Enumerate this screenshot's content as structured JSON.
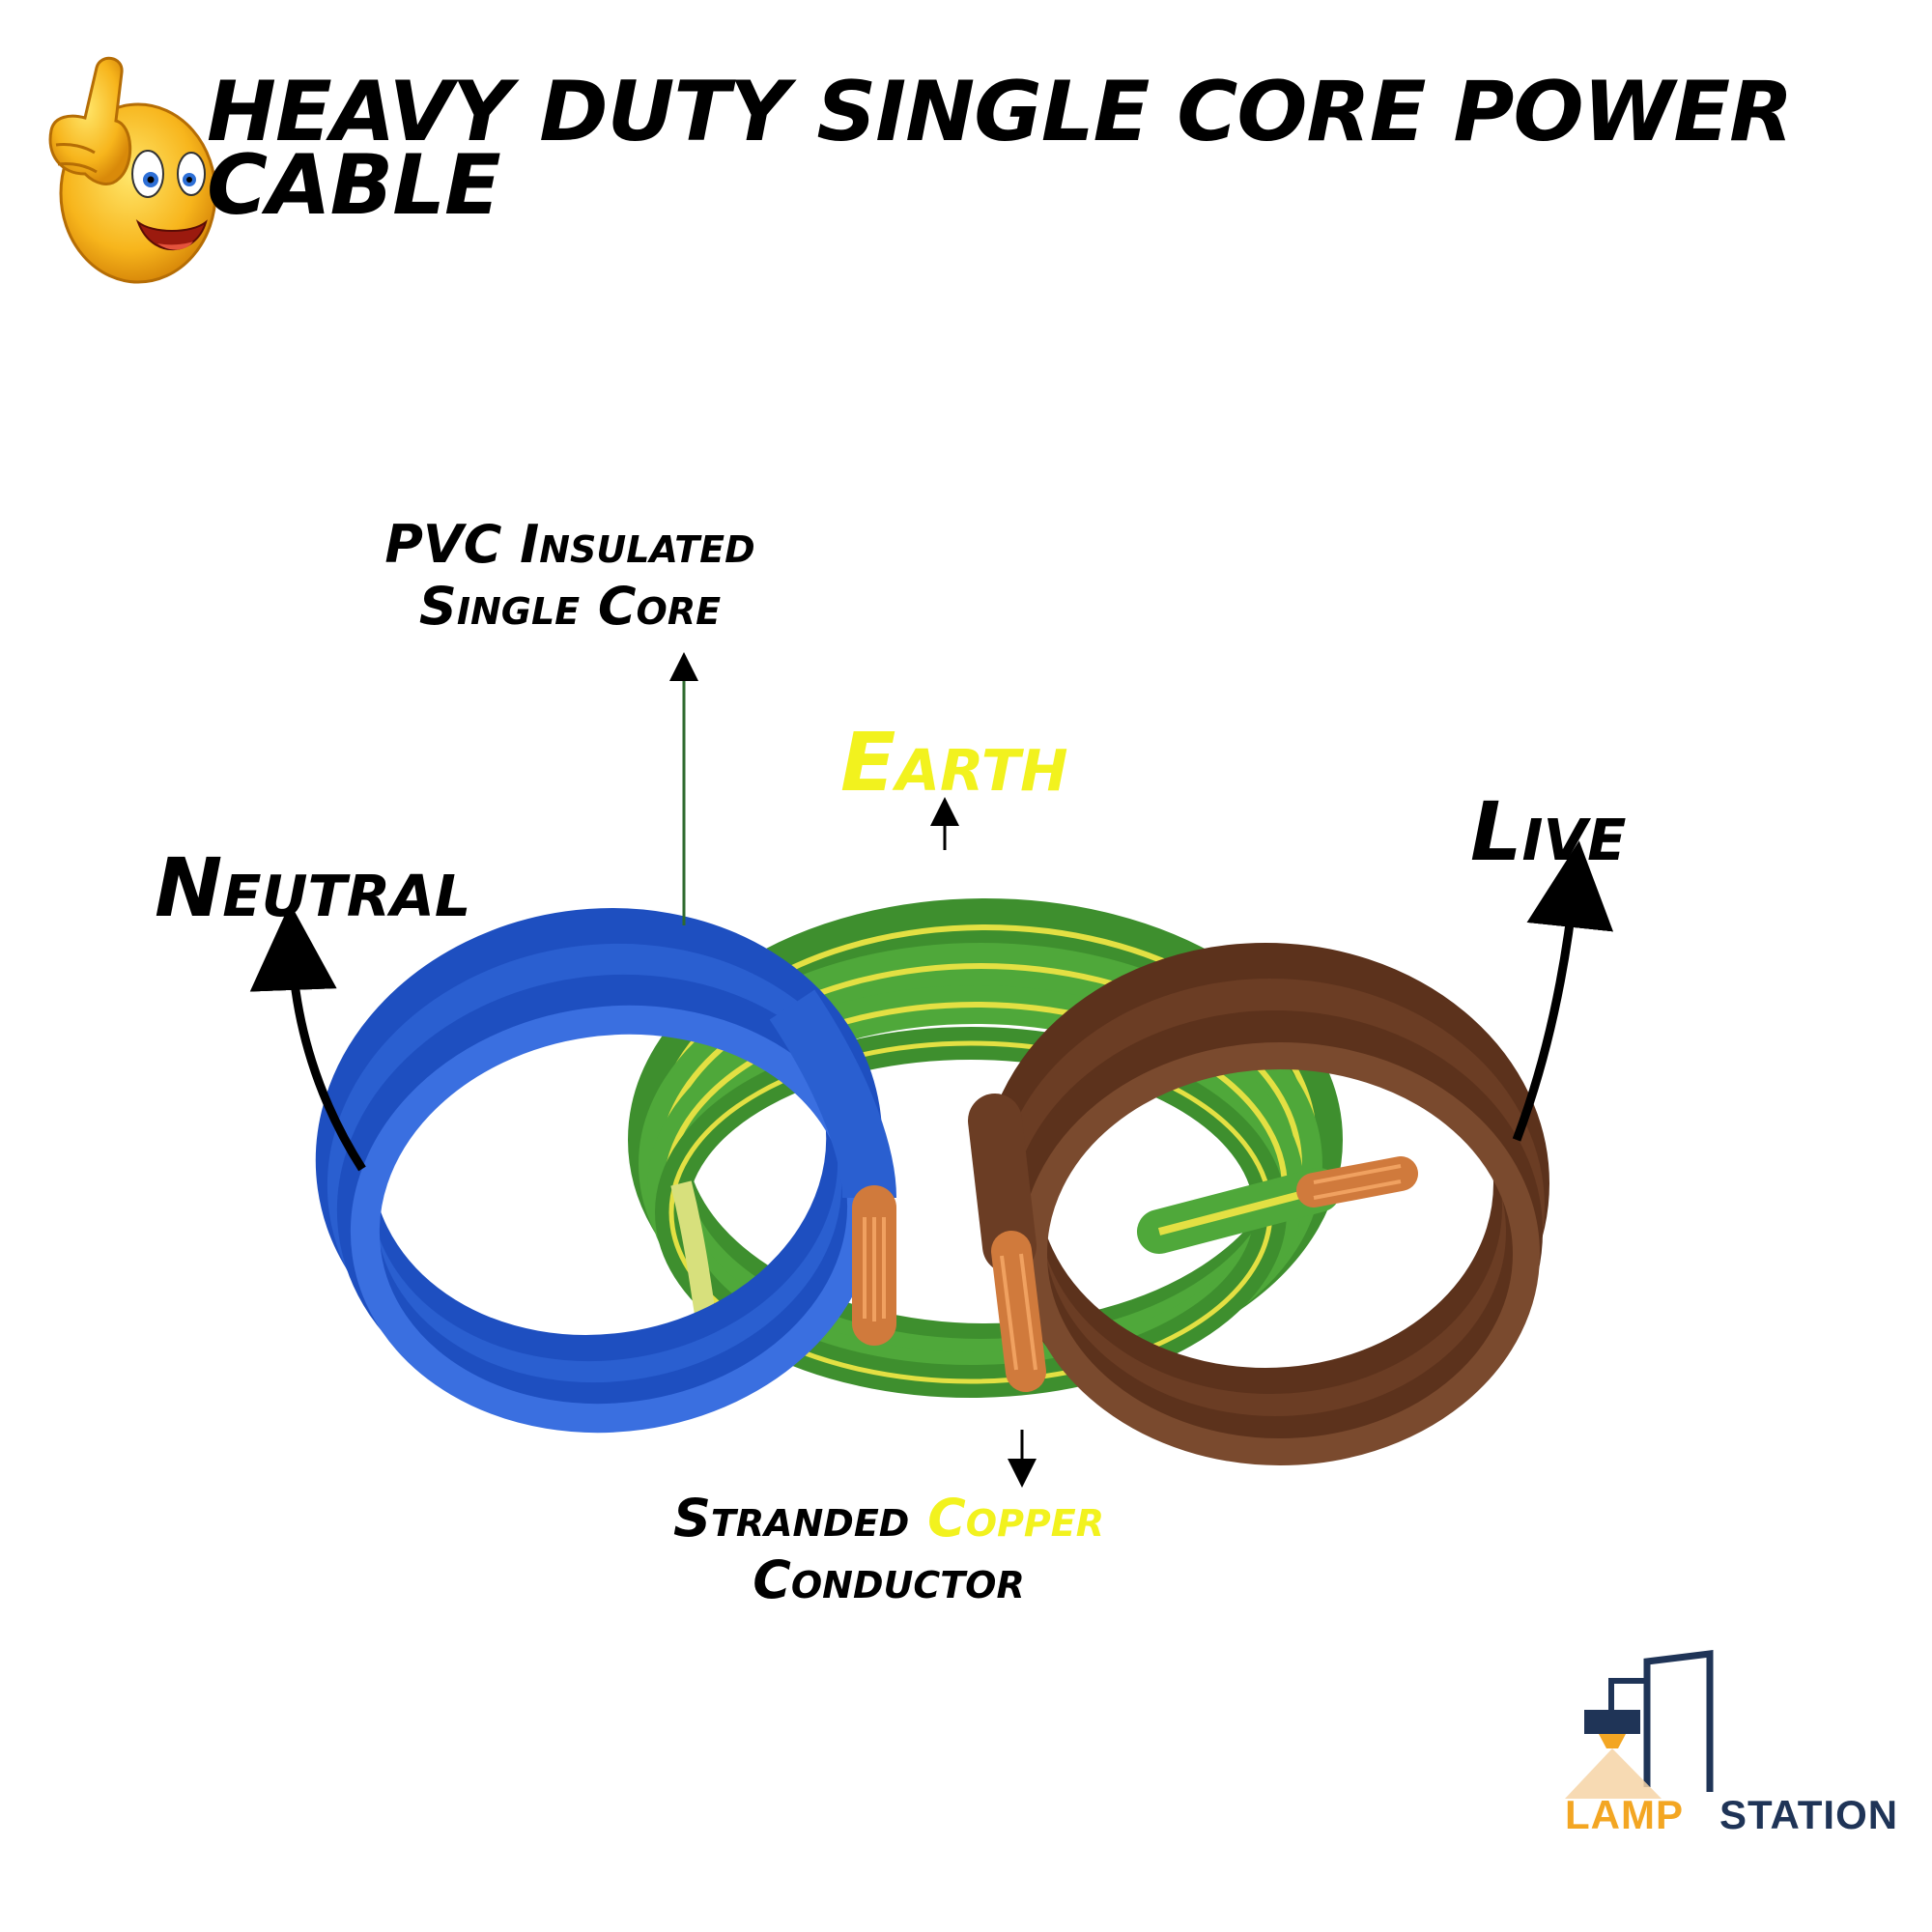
{
  "title": "HEAVY DUTY SINGLE CORE POWER CABLE",
  "labels": {
    "pvc_line1": "PVC Insulated",
    "pvc_line2": "Single Core",
    "earth": "Earth",
    "neutral": "Neutral",
    "live": "Live",
    "stranded_prefix": "Stranded ",
    "stranded_highlight": "Copper",
    "conductor": "Conductor"
  },
  "logo": {
    "part1": "LAMP",
    "part2": "STATION"
  },
  "colors": {
    "neutral_blue": "#2a5fd0",
    "earth_green": "#4fa83a",
    "earth_yellow": "#e3e043",
    "live_brown": "#6b3d24",
    "copper": "#d07a3c",
    "highlight_yellow": "#f2f21e",
    "logo_orange": "#f3a623",
    "logo_navy": "#1f3457"
  },
  "icons": {
    "emoji": "thumbs-up-smiley-icon"
  }
}
